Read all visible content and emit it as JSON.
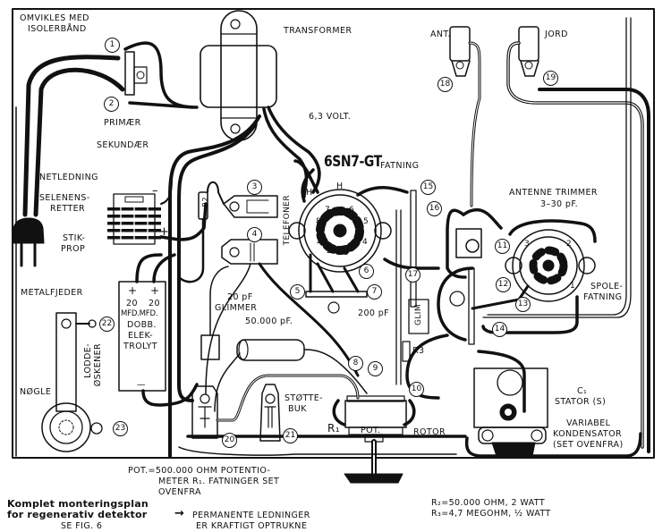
{
  "diagram": {
    "title_line1": "Komplet monteringsplan",
    "title_line2": "for regenerativ detektor",
    "title_ref": "SE FIG. 6",
    "legend_arrow": "→",
    "legend_line1": "PERMANENTE LEDNINGER",
    "legend_line2": "ER KRAFTIGT OPTRUKNE",
    "pot_note_line1": "POT.=500.000 OHM POTENTIO-",
    "pot_note_line2": "METER R₁. FATNINGER SET",
    "pot_note_line3": "OVENFRA",
    "r2_note": "R₂=50.000 OHM, 2 WATT",
    "r3_note": "R₃=4,7 MEGOHM, ½ WATT"
  },
  "labels": {
    "omvikles_1": "OMVIKLES MED",
    "omvikles_2": "ISOLERBÅND",
    "primaer": "PRIMÆR",
    "transformer": "TRANSFORMER",
    "volt": "6,3 VOLT.",
    "sekundaer": "SEKUNDÆR",
    "netledning": "NETLEDNING",
    "selen_1": "SELENENS-",
    "selen_2": "RETTER",
    "stik_1": "STIK-",
    "stik_2": "PROP",
    "tube": "6SN7-GT",
    "fatning": "FATNING",
    "telefoner": "TELEFONER",
    "ant": "ANT.",
    "jord": "JORD",
    "antenne_trimmer": "ANTENNE TRIMMER",
    "trimmer_value": "3–30 pF.",
    "spole_1": "SPOLE-",
    "spole_2": "FATNING",
    "metalfjeder": "METALFJEDER",
    "lodde_1": "LODDE-",
    "lodde_2": "ØSKENER",
    "nogle": "NØGLE",
    "cap_plus": "+",
    "cap_20": "20",
    "cap_mfd": "MFD.MFD.",
    "cap_dobb": "DOBB.",
    "cap_elek": "ELEK-",
    "cap_trolyt": "TROLYT",
    "cap_minus": "—",
    "glimmer_1": "20 pF",
    "glimmer_2": "GLIMMER",
    "cap_50000": "50.000 pF.",
    "cap_200": "200 pF",
    "glim": "GLIM",
    "r2": "R2",
    "r3": "R3",
    "stotte_1": "STØTTE-",
    "stotte_2": "BUK",
    "r1": "R₁",
    "pot": "POT.",
    "rotor": "ROTOR",
    "c1": "C₁",
    "stator": "STATOR (S)",
    "variabel": "VARIABEL",
    "kondensator": "KONDENSATOR",
    "set_ovenfra": "(SET OVENFRA)",
    "pin_h": "H",
    "plus": "+",
    "minus": "–"
  },
  "tube_pins": [
    "1",
    "2",
    "3",
    "4",
    "5",
    "6",
    "7",
    "8"
  ],
  "coil_pins": [
    "1",
    "2",
    "3",
    "4"
  ],
  "points": [
    "1",
    "2",
    "3",
    "4",
    "5",
    "6",
    "7",
    "8",
    "9",
    "10",
    "11",
    "12",
    "13",
    "14",
    "15",
    "16",
    "17",
    "18",
    "19",
    "20",
    "21",
    "22",
    "23"
  ]
}
